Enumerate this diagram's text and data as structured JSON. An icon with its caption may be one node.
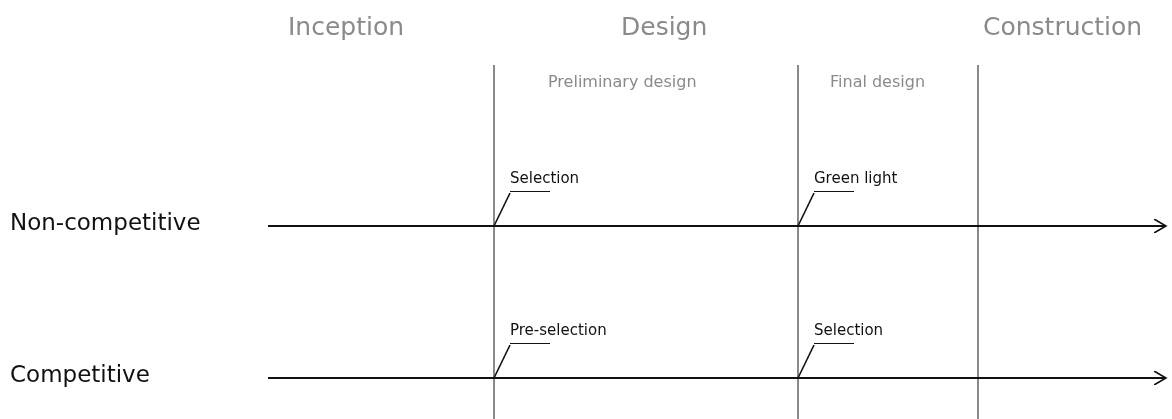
{
  "diagram": {
    "nodes": [
      {
        "text": [
          "Selection"
        ]
      },
      {
        "text": [
          "Green light"
        ]
      },
      {
        "text": [
          "Pre-selection"
        ]
      },
      {
        "text": [
          "Selection"
        ]
      }
    ],
    "edges": [
      {
        "from": 0,
        "to": null,
        "arrow": "none"
      },
      {
        "from": 1,
        "to": null,
        "arrow": "none"
      },
      {
        "from": 2,
        "to": null,
        "arrow": "none"
      },
      {
        "from": 3,
        "to": null,
        "arrow": "none"
      }
    ],
    "labels": [
      "Inception",
      "Design",
      "Construction",
      "Preliminary design",
      "Final design",
      "Non-competitive",
      "Competitive"
    ]
  }
}
